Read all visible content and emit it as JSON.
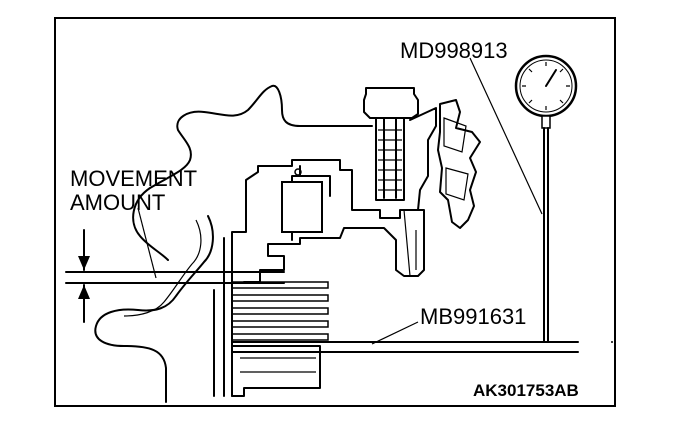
{
  "labels": {
    "movement_line1": "MOVEMENT",
    "movement_line2": "AMOUNT",
    "dial_gauge": "MD998913",
    "tool": "MB991631",
    "figure_code": "AK301753AB"
  }
}
